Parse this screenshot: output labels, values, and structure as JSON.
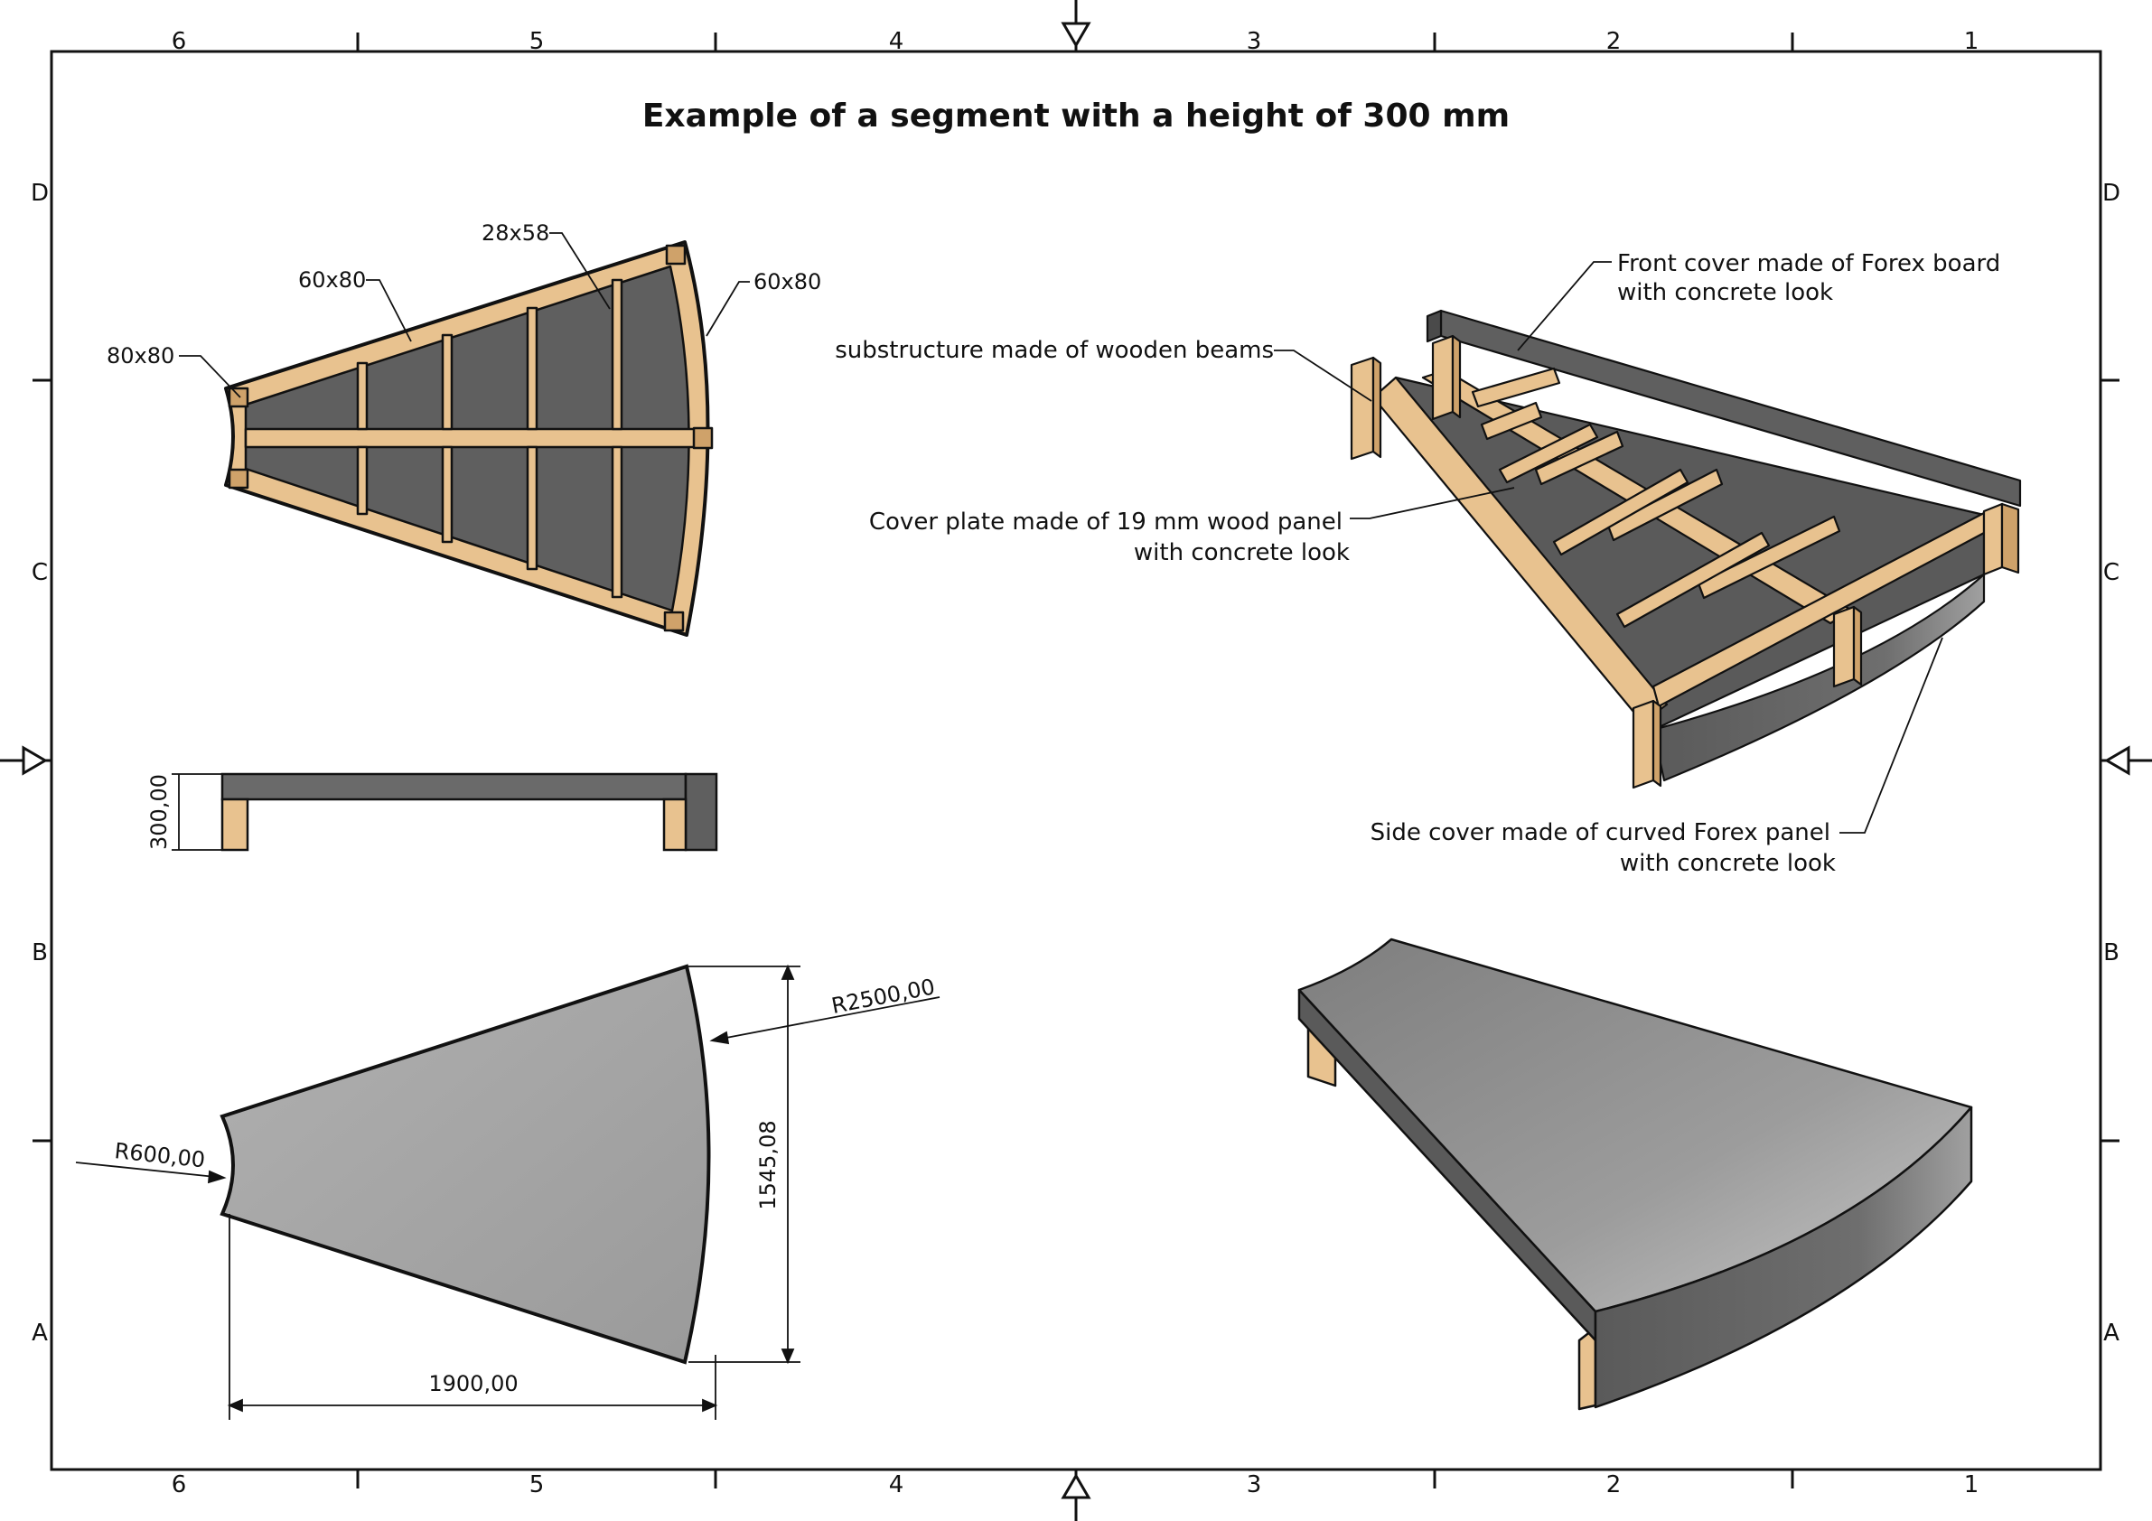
{
  "title": "Example of a segment with a height of 300 mm",
  "border_columns": [
    "6",
    "5",
    "4",
    "3",
    "2",
    "1"
  ],
  "border_rows": [
    "D",
    "C",
    "B",
    "A"
  ],
  "frame_labels": {
    "label_80x80": "80x80",
    "label_60x80_left": "60x80",
    "label_28x58": "28x58",
    "label_60x80_right": "60x80"
  },
  "side_view": {
    "height_dim": "300,00"
  },
  "dimensions": {
    "outer_radius": "R2500,00",
    "inner_radius": "R600,00",
    "height": "1545,08",
    "width": "1900,00"
  },
  "callouts": {
    "front_cover_line1": "Front cover made of Forex board",
    "front_cover_line2": "with concrete look",
    "substructure": "substructure made of wooden beams",
    "cover_plate_line1": "Cover plate made of 19 mm wood panel",
    "cover_plate_line2": "with concrete look",
    "side_cover_line1": "Side cover made of curved Forex panel",
    "side_cover_line2": "with concrete look"
  },
  "colors": {
    "wood": "#e8c28f",
    "wood_dark": "#cfa26a",
    "panel_dark": "#5f5f5f",
    "panel_mid": "#7a7a7a",
    "panel_light": "#a3a3a3",
    "line": "#111111"
  }
}
